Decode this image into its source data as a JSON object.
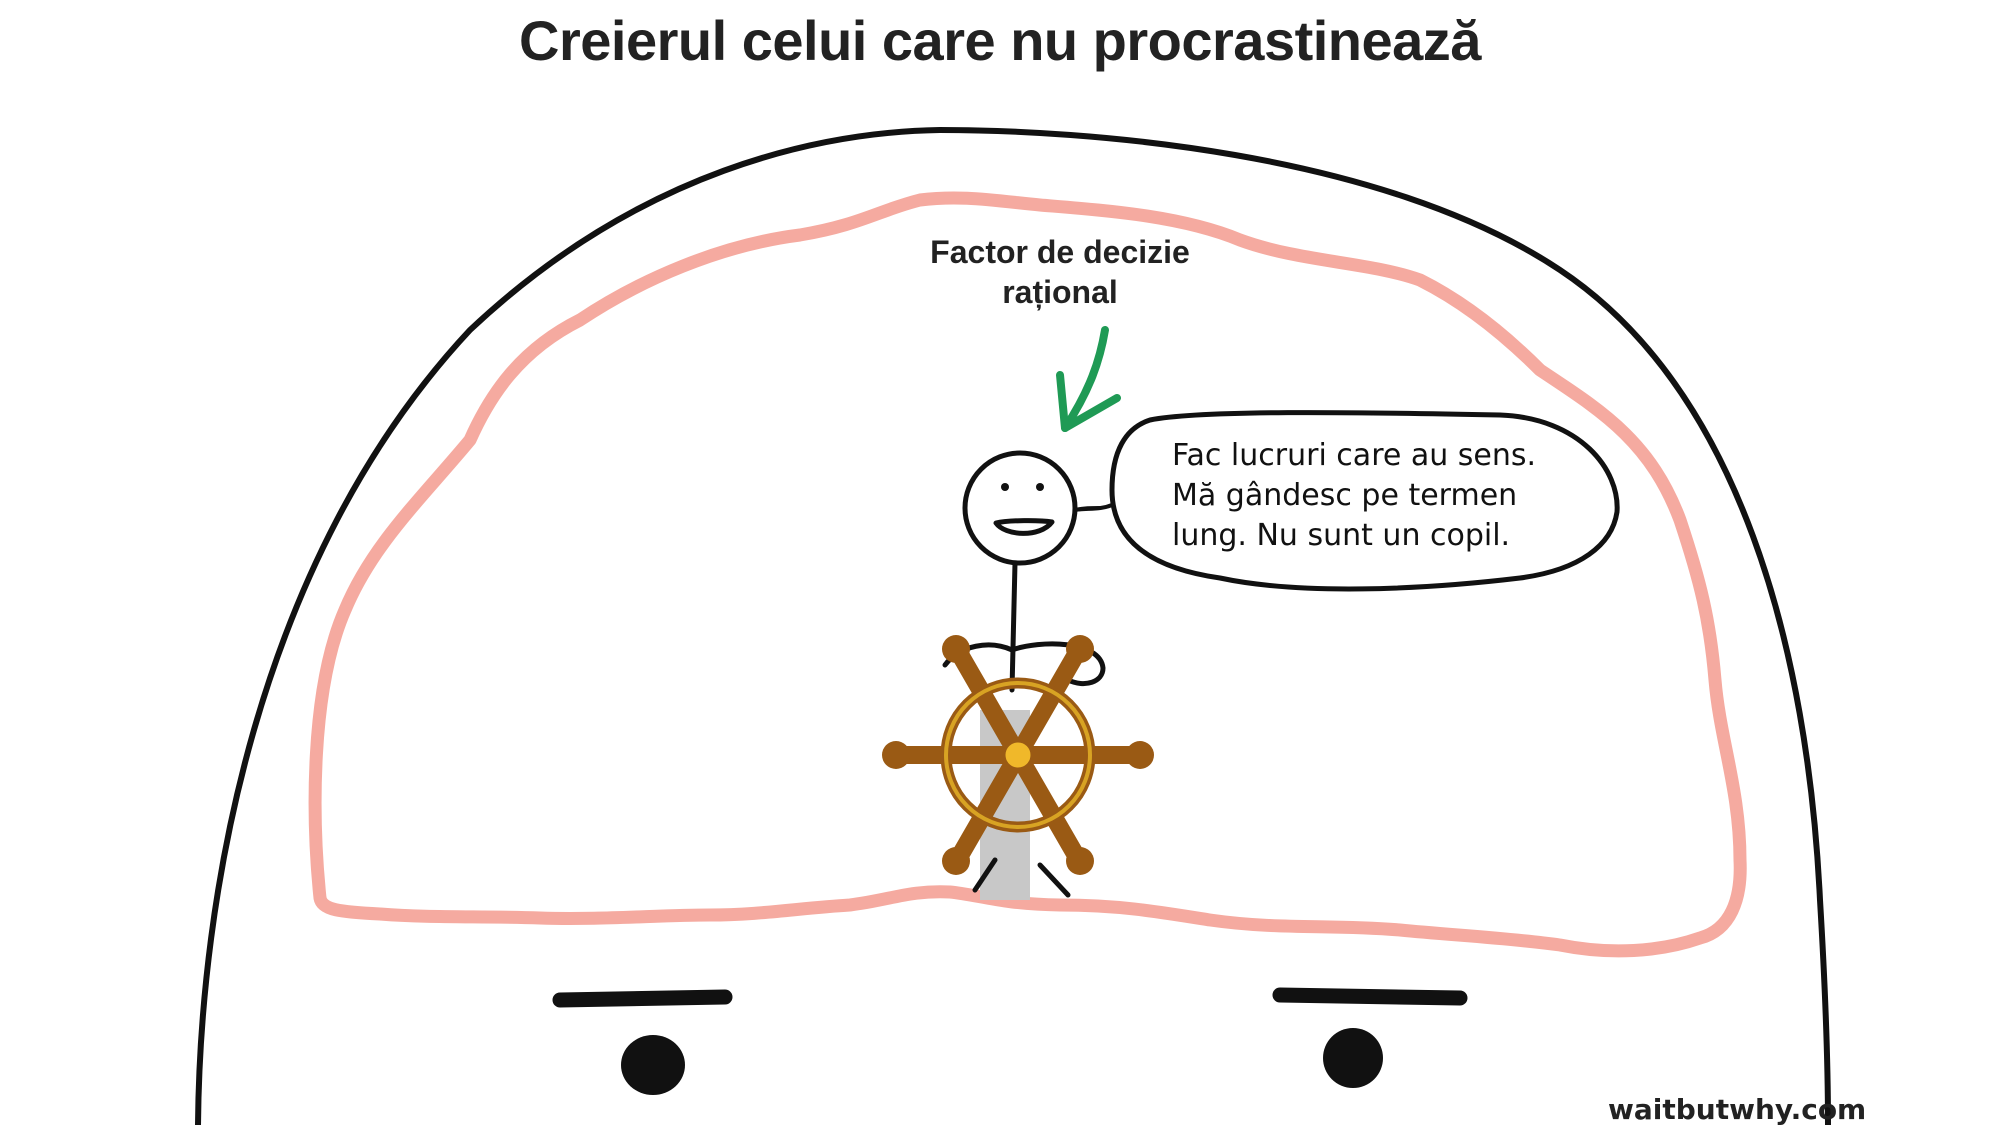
{
  "title": "Creierul celui care nu procrastinează",
  "label": {
    "line1": "Factor de decizie",
    "line2": "rațional"
  },
  "speech": {
    "line1": "Fac lucruri care au sens.",
    "line2": "Mă gândesc pe termen",
    "line3": "lung. Nu sunt un copil."
  },
  "watermark": "waitbutwhy.com",
  "colors": {
    "brain_outline": "#f5aaa0",
    "arrow": "#1f9a55",
    "wheel": "#9a5a14",
    "wheel_rim": "#d8a323",
    "post": "#c8c8c8"
  }
}
